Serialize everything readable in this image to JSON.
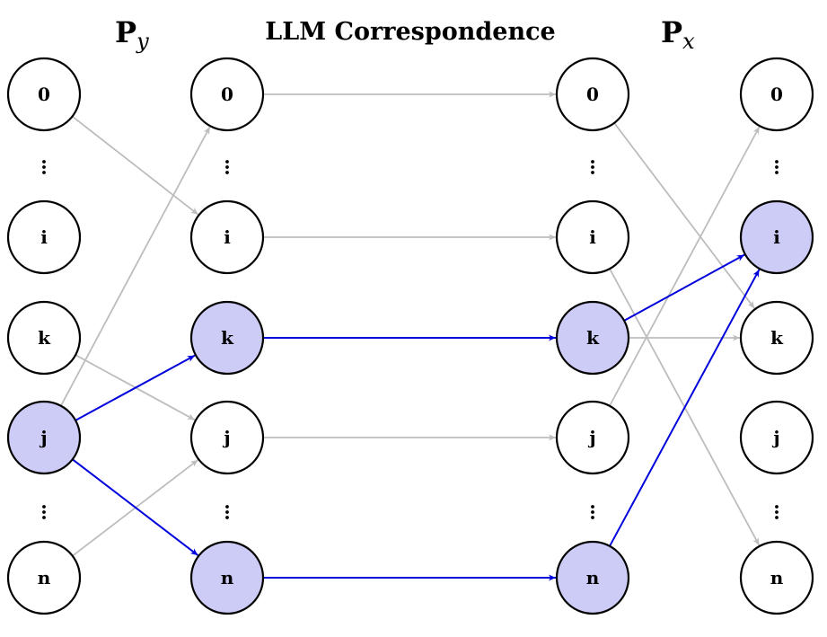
{
  "headers": {
    "py": {
      "base": "P",
      "sub": "y"
    },
    "title": "LLM Correspondence",
    "px": {
      "base": "P",
      "sub": "x"
    }
  },
  "colors": {
    "highlight_fill": "#ccccf7",
    "plain_fill": "#ffffff",
    "active_edge": "#0000dd",
    "inactive_edge": "#bdbdbd",
    "outline": "#000000"
  },
  "rows": [
    "0",
    "ellipsis",
    "i",
    "k",
    "j",
    "ellipsis",
    "n"
  ],
  "columns": [
    {
      "id": "col1",
      "nodes": [
        {
          "label": "0",
          "highlighted": false
        },
        {
          "label": "i",
          "highlighted": false
        },
        {
          "label": "k",
          "highlighted": false
        },
        {
          "label": "j",
          "highlighted": true
        },
        {
          "label": "n",
          "highlighted": false
        }
      ]
    },
    {
      "id": "col2",
      "nodes": [
        {
          "label": "0",
          "highlighted": false
        },
        {
          "label": "i",
          "highlighted": false
        },
        {
          "label": "k",
          "highlighted": true
        },
        {
          "label": "j",
          "highlighted": false
        },
        {
          "label": "n",
          "highlighted": true
        }
      ]
    },
    {
      "id": "col3",
      "nodes": [
        {
          "label": "0",
          "highlighted": false
        },
        {
          "label": "i",
          "highlighted": false
        },
        {
          "label": "k",
          "highlighted": true
        },
        {
          "label": "j",
          "highlighted": false
        },
        {
          "label": "n",
          "highlighted": true
        }
      ]
    },
    {
      "id": "col4",
      "nodes": [
        {
          "label": "0",
          "highlighted": false
        },
        {
          "label": "i",
          "highlighted": true
        },
        {
          "label": "k",
          "highlighted": false
        },
        {
          "label": "j",
          "highlighted": false
        },
        {
          "label": "n",
          "highlighted": false
        }
      ]
    }
  ],
  "edges": [
    {
      "from": [
        "col1",
        "0"
      ],
      "to": [
        "col2",
        "i"
      ],
      "active": false
    },
    {
      "from": [
        "col1",
        "j"
      ],
      "to": [
        "col2",
        "0"
      ],
      "active": false
    },
    {
      "from": [
        "col1",
        "k"
      ],
      "to": [
        "col2",
        "j"
      ],
      "active": false
    },
    {
      "from": [
        "col1",
        "n"
      ],
      "to": [
        "col2",
        "j"
      ],
      "active": false
    },
    {
      "from": [
        "col1",
        "j"
      ],
      "to": [
        "col2",
        "k"
      ],
      "active": true
    },
    {
      "from": [
        "col1",
        "j"
      ],
      "to": [
        "col2",
        "n"
      ],
      "active": true
    },
    {
      "from": [
        "col2",
        "0"
      ],
      "to": [
        "col3",
        "0"
      ],
      "active": false
    },
    {
      "from": [
        "col2",
        "i"
      ],
      "to": [
        "col3",
        "i"
      ],
      "active": false
    },
    {
      "from": [
        "col2",
        "j"
      ],
      "to": [
        "col3",
        "j"
      ],
      "active": false
    },
    {
      "from": [
        "col2",
        "k"
      ],
      "to": [
        "col3",
        "k"
      ],
      "active": true
    },
    {
      "from": [
        "col2",
        "n"
      ],
      "to": [
        "col3",
        "n"
      ],
      "active": true
    },
    {
      "from": [
        "col3",
        "0"
      ],
      "to": [
        "col4",
        "k"
      ],
      "active": false
    },
    {
      "from": [
        "col3",
        "j"
      ],
      "to": [
        "col4",
        "0"
      ],
      "active": false
    },
    {
      "from": [
        "col3",
        "i"
      ],
      "to": [
        "col4",
        "n"
      ],
      "active": false
    },
    {
      "from": [
        "col3",
        "k"
      ],
      "to": [
        "col4",
        "k"
      ],
      "active": false
    },
    {
      "from": [
        "col3",
        "k"
      ],
      "to": [
        "col4",
        "i"
      ],
      "active": true
    },
    {
      "from": [
        "col3",
        "n"
      ],
      "to": [
        "col4",
        "i"
      ],
      "active": true
    }
  ]
}
